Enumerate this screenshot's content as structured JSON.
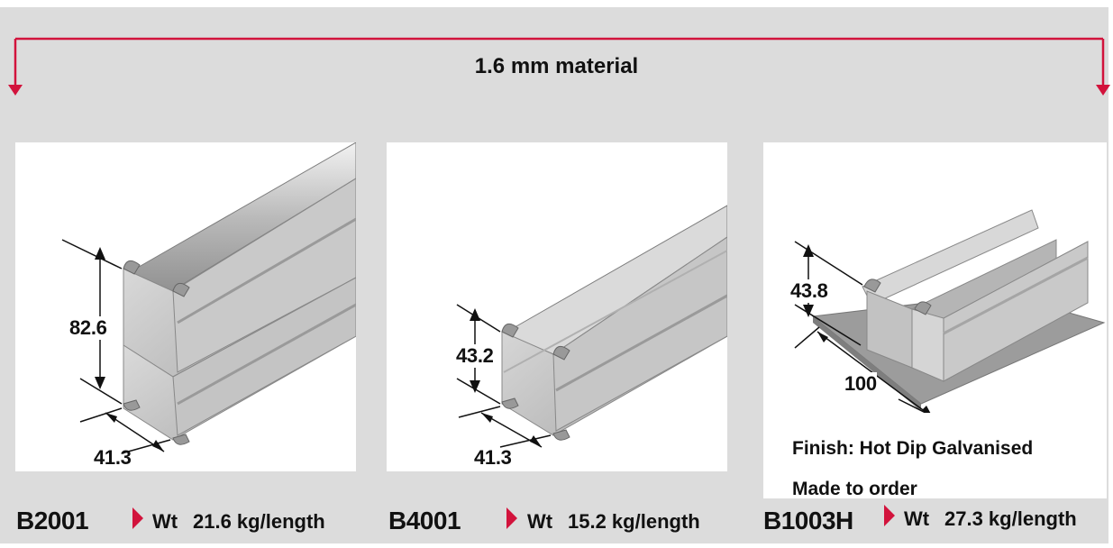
{
  "header": {
    "title": "1.6 mm material",
    "accent_color": "#d2133c"
  },
  "products": [
    {
      "code": "B2001",
      "weight_prefix": "Wt",
      "weight": "21.6 kg/length",
      "dims": {
        "height": "82.6",
        "width": "41.3"
      }
    },
    {
      "code": "B4001",
      "weight_prefix": "Wt",
      "weight": "15.2 kg/length",
      "dims": {
        "height": "43.2",
        "width": "41.3"
      }
    },
    {
      "code": "B1003H",
      "weight_prefix": "Wt",
      "weight": "27.3 kg/length",
      "dims": {
        "height": "43.8",
        "width": "100"
      },
      "finish": "Finish: Hot Dip Galvanised",
      "availability": "Made to order"
    }
  ]
}
